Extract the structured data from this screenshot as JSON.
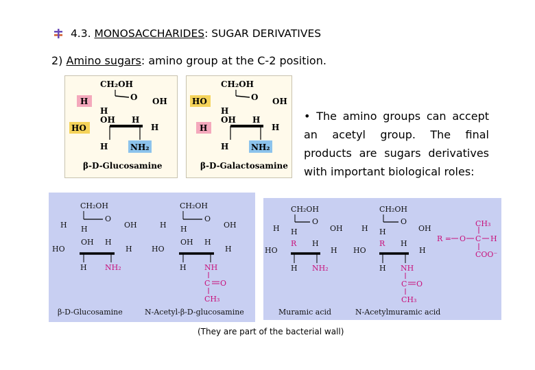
{
  "slide": {
    "title_number": "4.3.",
    "title_keyword": "MONOSACCHARIDES",
    "title_rest": ": SUGAR DERIVATIVES",
    "subtitle_prefix": "2) ",
    "subtitle_keyword": "Amino sugars",
    "subtitle_rest": ": amino group at the C-2 position.",
    "note": "• The amino groups can accept an acetyl group. The final products are sugars derivatives with important biological roles:",
    "caption": "(They are part of the bacterial wall)"
  },
  "structures_top": [
    {
      "name": "β-D-Glucosamine",
      "ch2oh": "CH₂OH",
      "ring_o": "O",
      "left_top": "H",
      "left_top_color": "#f4a8bc",
      "left_mid": "HO",
      "left_mid_color": "#f5d35a",
      "nh2": "NH₂",
      "nh2_color": "#8cc3ec",
      "oh": "OH",
      "h": "H"
    },
    {
      "name": "β-D-Galactosamine",
      "ch2oh": "CH₂OH",
      "ring_o": "O",
      "left_top": "HO",
      "left_top_color": "#f5d35a",
      "left_mid": "H",
      "left_mid_color": "#f4a8bc",
      "nh2": "NH₂",
      "nh2_color": "#8cc3ec",
      "oh": "OH",
      "h": "H"
    }
  ],
  "structures_bottom_left": [
    {
      "name": "β-D-Glucosamine",
      "ch2oh": "CH₂OH",
      "ring_o": "O",
      "sub": "NH₂",
      "oh": "OH",
      "h": "H",
      "ho": "HO"
    },
    {
      "name": "N-Acetyl-β-D-glucosamine",
      "ch2oh": "CH₂OH",
      "ring_o": "O",
      "sub": "NH",
      "acyl_c": "C",
      "acyl_o": "O",
      "acyl_ch3": "CH₃",
      "oh": "OH",
      "h": "H",
      "ho": "HO"
    }
  ],
  "structures_bottom_right": [
    {
      "name": "Muramic acid",
      "ch2oh": "CH₂OH",
      "ring_o": "O",
      "sub": "NH₂",
      "r": "R",
      "oh": "OH",
      "h": "H",
      "ho": "HO"
    },
    {
      "name": "N-Acetylmuramic acid",
      "ch2oh": "CH₂OH",
      "ring_o": "O",
      "sub": "NH",
      "r": "R",
      "acyl_c": "C",
      "acyl_o": "O",
      "acyl_ch3": "CH₃",
      "oh": "OH",
      "h": "H",
      "ho": "HO"
    }
  ],
  "r_group": {
    "label": "R =",
    "o": "O",
    "c": "C",
    "h": "H",
    "ch3": "CH₃",
    "coo": "COO⁻"
  }
}
